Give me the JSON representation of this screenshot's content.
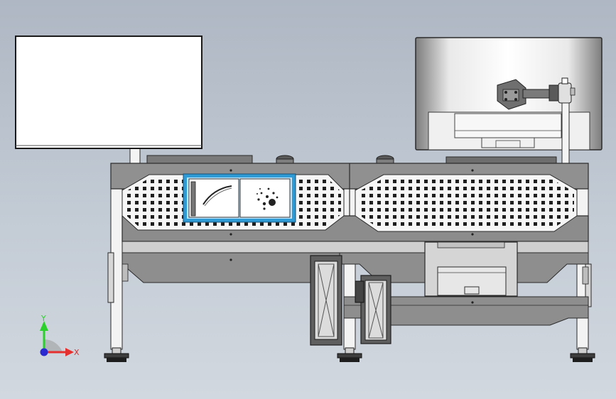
{
  "triad": {
    "y_label": "Y",
    "x_label": "X",
    "colors": {
      "y": "#2bd02b",
      "x": "#e53030",
      "z": "#2a2ad0",
      "arc": "#9a9a9a"
    }
  },
  "colors": {
    "background_top": "#aeb7c3",
    "frame_grey": "#8f8f8f",
    "frame_light": "#c9c9c9",
    "frame_dark": "#6b6b6b",
    "line": "#2a2a2a",
    "perforation": "#1e1e1e",
    "panel_white": "#ffffff",
    "window_blue": "#2e9ad6",
    "window_blue_light": "#bfe6fb"
  },
  "parts": [
    "left-monitor",
    "right-monitor",
    "monitor-arm",
    "workbench-frame",
    "perforated-panel-left",
    "perforated-panel-right",
    "viewing-window",
    "leveling-feet",
    "pc-tower",
    "hanging-bracket"
  ]
}
